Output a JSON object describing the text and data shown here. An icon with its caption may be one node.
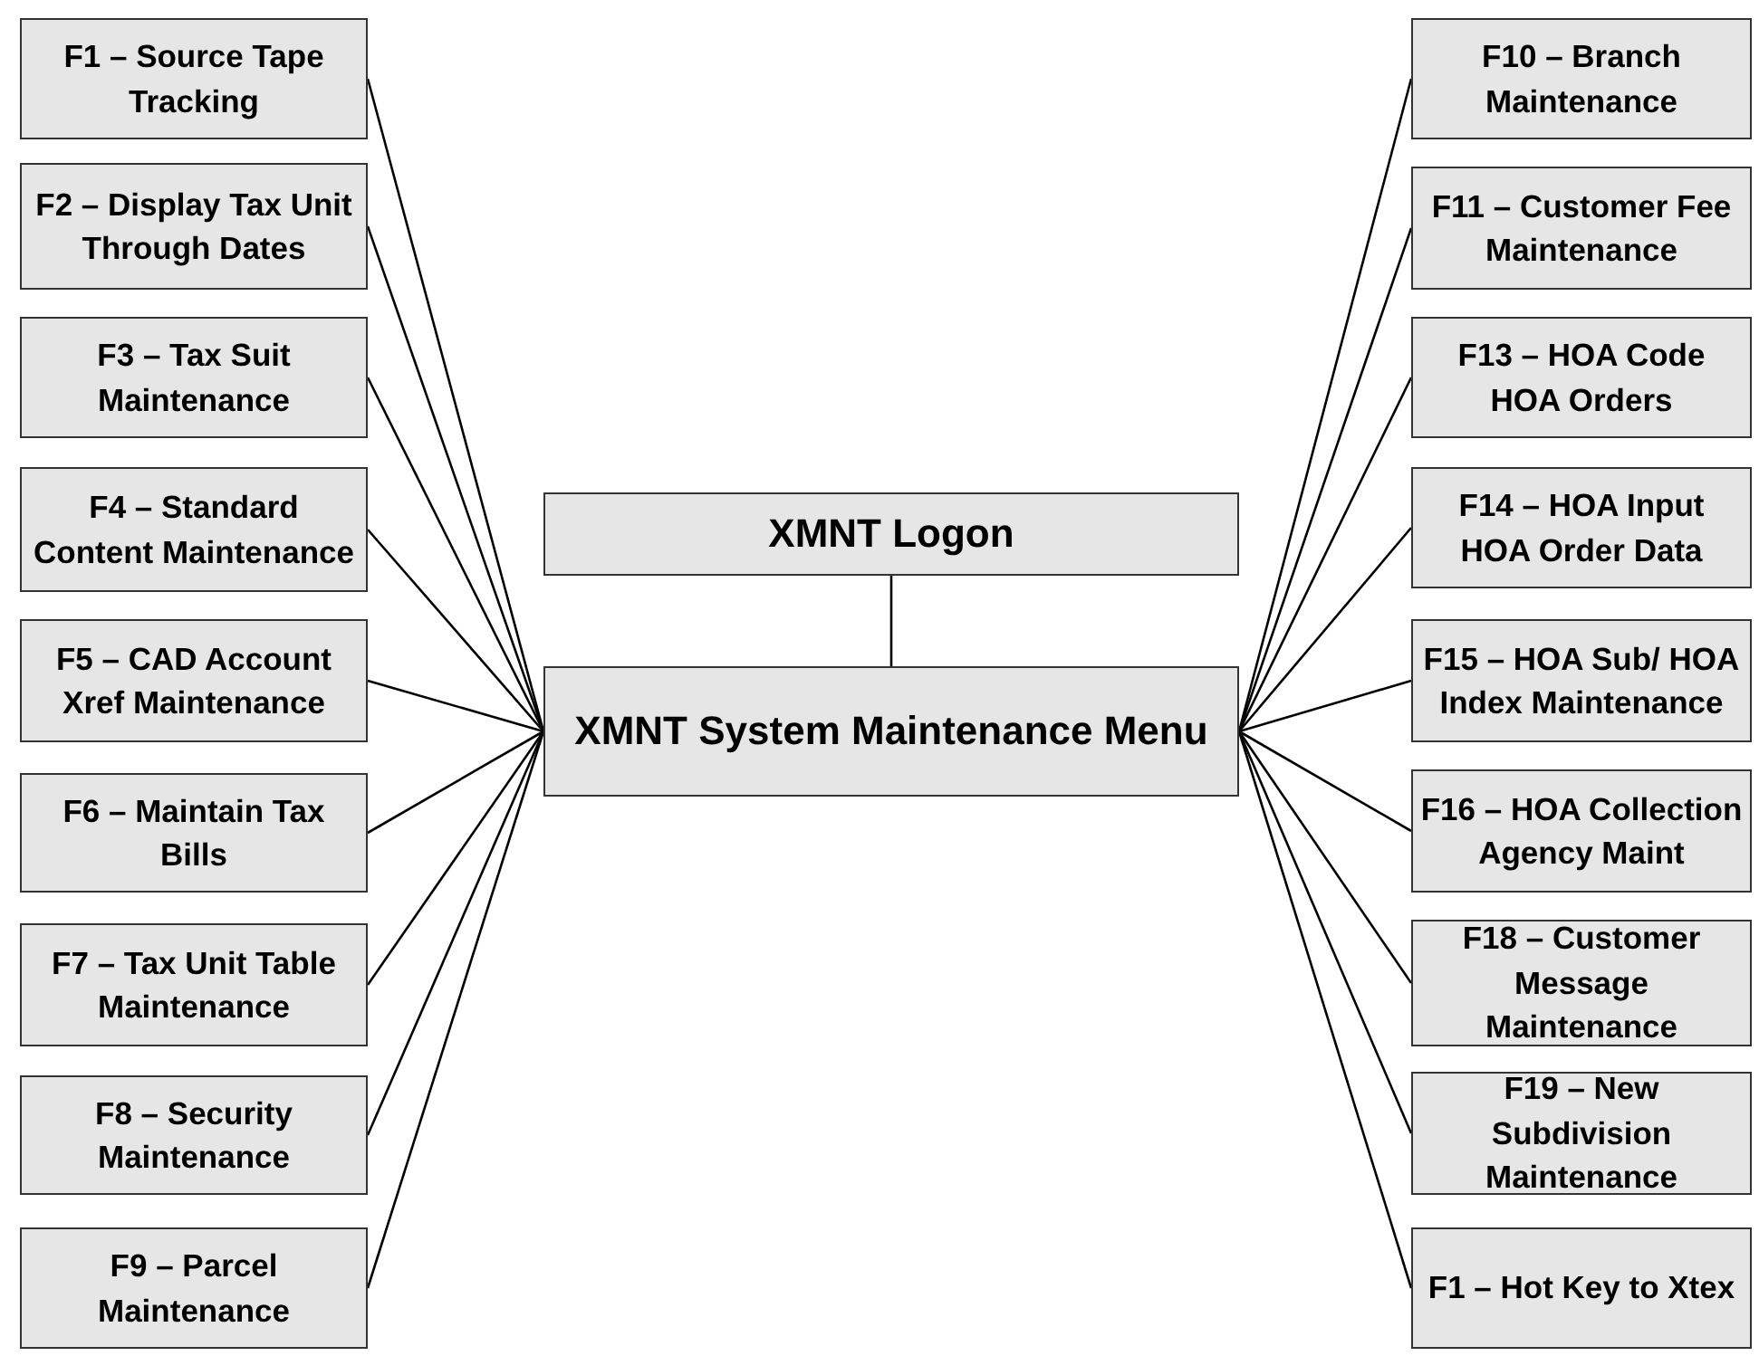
{
  "diagram": {
    "nodes": [
      {
        "text": [
          "F1 – Source Tape Tracking"
        ]
      },
      {
        "text": [
          "F2 – Display Tax Unit Through Dates"
        ]
      },
      {
        "text": [
          "F3 – Tax Suit Maintenance"
        ]
      },
      {
        "text": [
          "F4 – Standard Content Maintenance"
        ]
      },
      {
        "text": [
          "F5 – CAD Account Xref Maintenance"
        ]
      },
      {
        "text": [
          "F6 – Maintain Tax Bills"
        ]
      },
      {
        "text": [
          "F7 – Tax Unit Table Maintenance"
        ]
      },
      {
        "text": [
          "F8 – Security Maintenance"
        ]
      },
      {
        "text": [
          "F9 – Parcel Maintenance"
        ]
      },
      {
        "text": [
          "XMNT Logon"
        ]
      },
      {
        "text": [
          "XMNT System Maintenance Menu"
        ]
      },
      {
        "text": [
          "F10 – Branch Maintenance"
        ]
      },
      {
        "text": [
          "F11 – Customer Fee Maintenance"
        ]
      },
      {
        "text": [
          "F13 – HOA Code HOA Orders"
        ]
      },
      {
        "text": [
          "F14 – HOA Input HOA Order Data"
        ]
      },
      {
        "text": [
          "F15 – HOA Sub/ HOA Index Maintenance"
        ]
      },
      {
        "text": [
          "F16 – HOA Collection Agency Maint"
        ]
      },
      {
        "text": [
          "F18 – Customer Message Maintenance"
        ]
      },
      {
        "text": [
          "F19 – New Subdivision Maintenance"
        ]
      },
      {
        "text": [
          "F1 – Hot Key to Xtex"
        ]
      }
    ],
    "edges": [
      {
        "from": 9,
        "to": 10,
        "arrow": "none"
      },
      {
        "from": 10,
        "to": 0,
        "arrow": "none"
      },
      {
        "from": 10,
        "to": 1,
        "arrow": "none"
      },
      {
        "from": 10,
        "to": 2,
        "arrow": "none"
      },
      {
        "from": 10,
        "to": 3,
        "arrow": "none"
      },
      {
        "from": 10,
        "to": 4,
        "arrow": "none"
      },
      {
        "from": 10,
        "to": 5,
        "arrow": "none"
      },
      {
        "from": 10,
        "to": 6,
        "arrow": "none"
      },
      {
        "from": 10,
        "to": 7,
        "arrow": "none"
      },
      {
        "from": 10,
        "to": 8,
        "arrow": "none"
      },
      {
        "from": 10,
        "to": 11,
        "arrow": "none"
      },
      {
        "from": 10,
        "to": 12,
        "arrow": "none"
      },
      {
        "from": 10,
        "to": 13,
        "arrow": "none"
      },
      {
        "from": 10,
        "to": 14,
        "arrow": "none"
      },
      {
        "from": 10,
        "to": 15,
        "arrow": "none"
      },
      {
        "from": 10,
        "to": 16,
        "arrow": "none"
      },
      {
        "from": 10,
        "to": 17,
        "arrow": "none"
      },
      {
        "from": 10,
        "to": 18,
        "arrow": "none"
      },
      {
        "from": 10,
        "to": 19,
        "arrow": "none"
      }
    ]
  }
}
